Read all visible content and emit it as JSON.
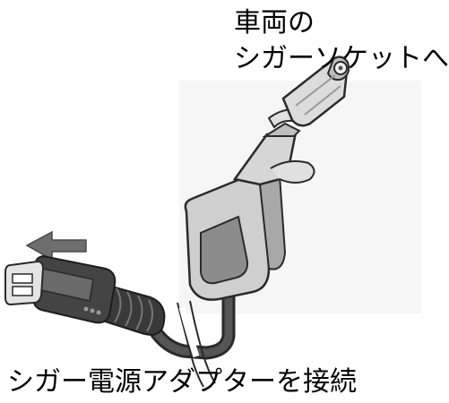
{
  "labels": {
    "top_line1": "車両の",
    "top_line2": "シガーソケットへ",
    "bottom": "シガー電源アダプターを接続"
  },
  "icons": {
    "direction_arrow": "arrow-left-icon"
  },
  "colors": {
    "outline": "#2a2a2a",
    "body_fill": "#cfcfcf",
    "shade_fill": "#8c8c8c",
    "dark_fill": "#3c3c3c",
    "arrow_fill": "#6e6e6e"
  }
}
